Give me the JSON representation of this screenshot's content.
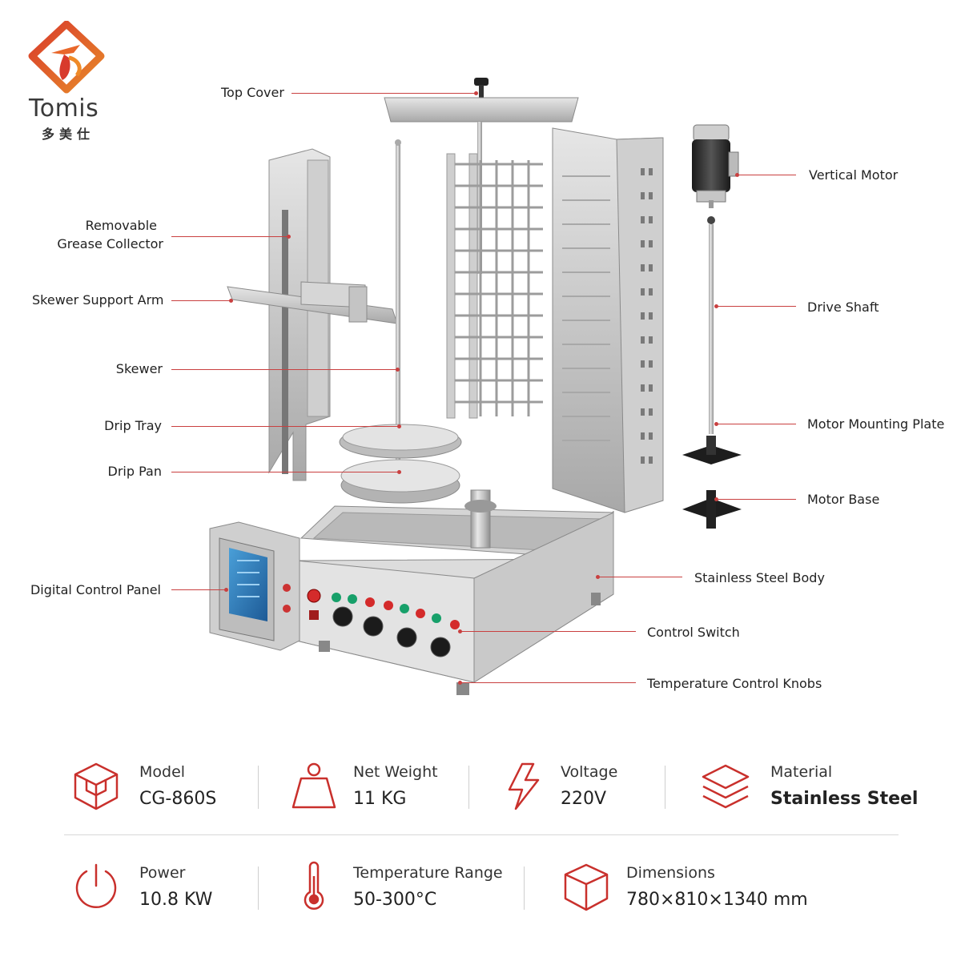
{
  "brand": {
    "name": "Tomis",
    "chinese_name": "多美仕",
    "accent_color": "#c9302c"
  },
  "callouts": {
    "top_cover": "Top Cover",
    "vertical_motor": "Vertical Motor",
    "grease_collector": "Removable\nGrease Collector",
    "grease_collector_line1": "Removable",
    "grease_collector_line2": "Grease Collector",
    "skewer_support_arm": "Skewer Support Arm",
    "drive_shaft": "Drive Shaft",
    "skewer": "Skewer",
    "motor_mounting_plate": "Motor Mounting Plate",
    "drip_tray": "Drip Tray",
    "drip_pan": "Drip Pan",
    "motor_base": "Motor Base",
    "stainless_steel_body": "Stainless Steel Body",
    "digital_control_panel": "Digital Control Panel",
    "control_switch": "Control Switch",
    "temperature_control_knobs": "Temperature Control Knobs"
  },
  "specs": {
    "model": {
      "title": "Model",
      "value": "CG-860S",
      "icon": "cube-icon"
    },
    "net_weight": {
      "title": "Net Weight",
      "value": "11 KG",
      "icon": "weight-icon"
    },
    "voltage": {
      "title": "Voltage",
      "value": "220V",
      "icon": "lightning-icon"
    },
    "material": {
      "title": "Material",
      "value": "Stainless Steel",
      "icon": "layers-icon"
    },
    "power": {
      "title": "Power",
      "value": "10.8 KW",
      "icon": "power-icon"
    },
    "temperature_range": {
      "title": "Temperature Range",
      "value": "50-300°C",
      "icon": "thermometer-icon"
    },
    "dimensions": {
      "title": "Dimensions",
      "value": "780×810×1340 mm",
      "icon": "box-icon"
    }
  }
}
